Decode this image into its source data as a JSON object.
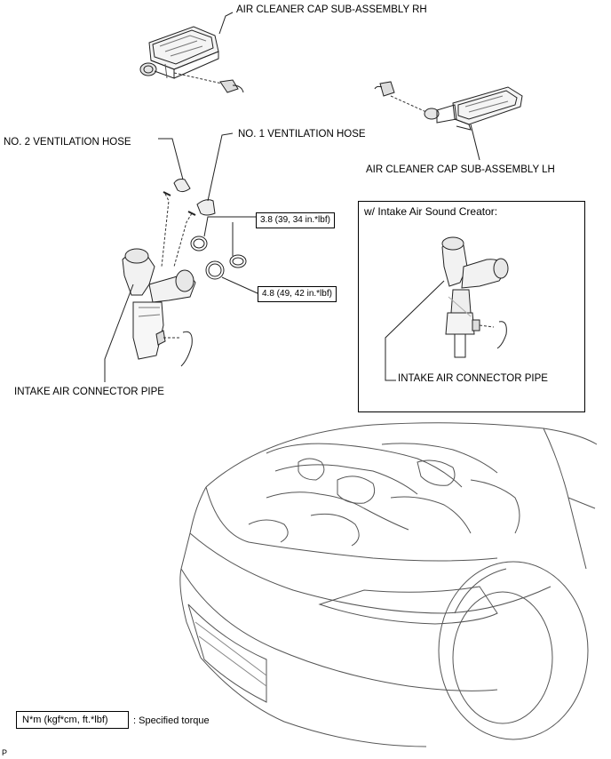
{
  "labels": {
    "cap_rh": "AIR CLEANER CAP SUB-ASSEMBLY RH",
    "cap_lh": "AIR CLEANER CAP SUB-ASSEMBLY LH",
    "vent_hose_2": "NO. 2 VENTILATION HOSE",
    "vent_hose_1": "NO. 1 VENTILATION HOSE",
    "intake_pipe": "INTAKE AIR CONNECTOR PIPE",
    "inset_title": "w/ Intake Air Sound Creator:",
    "inset_intake_pipe": "INTAKE AIR CONNECTOR PIPE"
  },
  "torques": {
    "upper": "3.8 (39, 34 in.*lbf)",
    "lower": "4.8 (49, 42 in.*lbf)"
  },
  "legend": {
    "unit": "N*m (kgf*cm, ft.*lbf)",
    "desc": ": Specified torque"
  },
  "corner_mark": "P"
}
